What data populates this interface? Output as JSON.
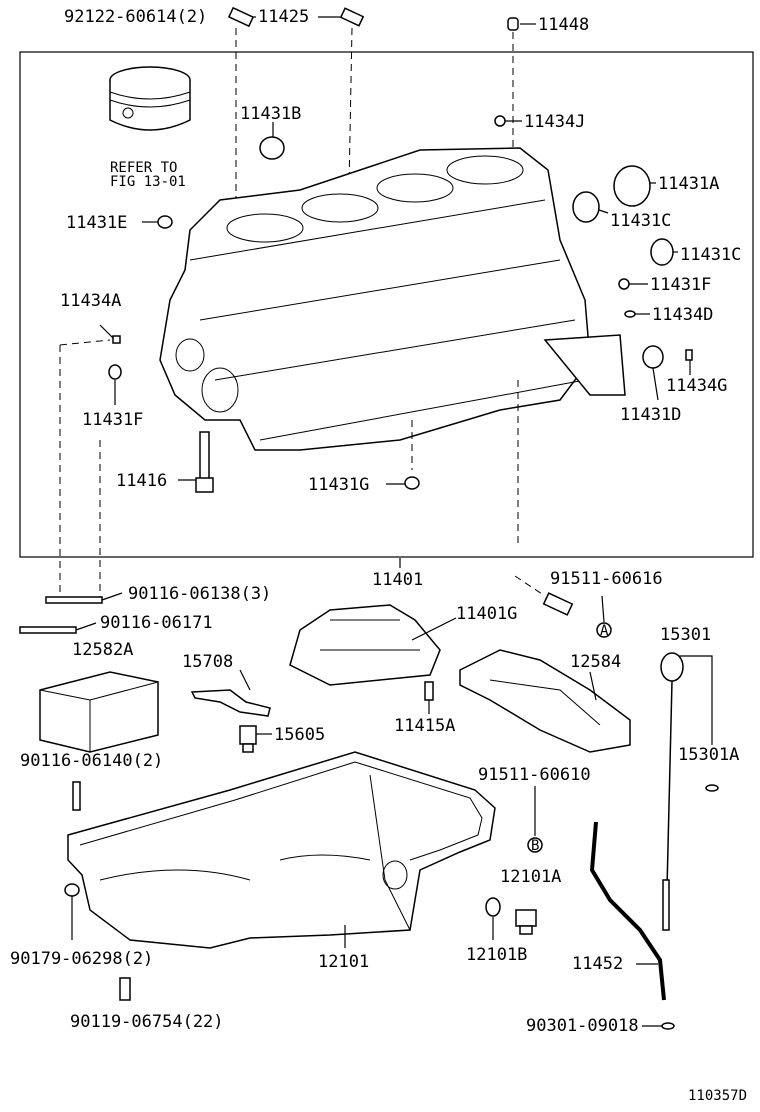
{
  "labels": {
    "p92122": "92122-60614(2)",
    "p11425": "11425",
    "p11448": "11448",
    "p11431B": "11431B",
    "p11434J": "11434J",
    "refer1": "REFER TO",
    "refer2": "FIG 13-01",
    "p11431A": "11431A",
    "p11431E": "11431E",
    "p11431C_1": "11431C",
    "p11431C_2": "11431C",
    "p11431F_r": "11431F",
    "p11434A": "11434A",
    "p11434D": "11434D",
    "p11434G": "11434G",
    "p11431D": "11431D",
    "p11431F_l": "11431F",
    "p11416": "11416",
    "p11431G": "11431G",
    "p11401": "11401",
    "p91511_60616": "91511-60616",
    "p90116_06138": "90116-06138(3)",
    "p90116_06171": "90116-06171",
    "p11401G": "11401G",
    "p15301": "15301",
    "p12582A": "12582A",
    "p15708": "15708",
    "p12584": "12584",
    "p15605": "15605",
    "p11415A": "11415A",
    "p15301A": "15301A",
    "p90116_06140": "90116-06140(2)",
    "p91511_60610": "91511-60610",
    "p12101A": "12101A",
    "p90179": "90179-06298(2)",
    "p12101": "12101",
    "p12101B": "12101B",
    "p11452": "11452",
    "p90119": "90119-06754(22)",
    "p90301": "90301-09018",
    "figure_id": "110357D",
    "markA": "A",
    "markB": "B"
  }
}
